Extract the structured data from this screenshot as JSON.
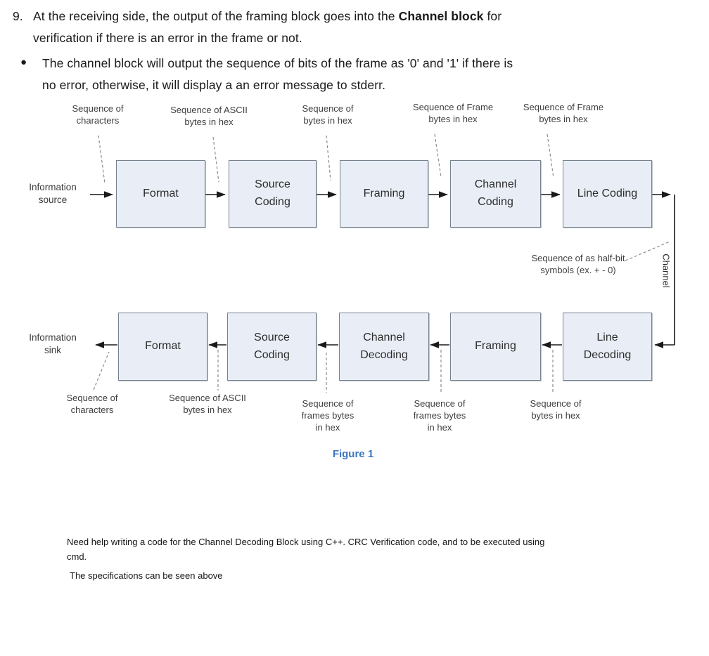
{
  "question": {
    "number": "9.",
    "line1_pre": "At the receiving side, the output of the framing block goes into the ",
    "line1_bold": "Channel block",
    "line1_post": " for",
    "line2": "verification if there is an error in the frame or not.",
    "bullet_glyph": "●",
    "bullet_line1": "The channel block will output the sequence of bits of the frame as '0' and '1'  if there is",
    "bullet_line2": "no error, otherwise, it will display a an error message to stderr."
  },
  "diagram": {
    "source_label": "Information\nsource",
    "sink_label": "Information\nsink",
    "channel_label": "Channel",
    "halfbit_label": "Sequence of as half-bit\nsymbols (ex. + - 0)",
    "top_labels": [
      "Sequence of\ncharacters",
      "Sequence of ASCII\nbytes in hex",
      "Sequence of\nbytes in hex",
      "Sequence of  Frame\nbytes in hex",
      "Sequence of  Frame\nbytes in hex"
    ],
    "top_blocks": [
      "Format",
      "Source\nCoding",
      "Framing",
      "Channel\nCoding",
      "Line Coding"
    ],
    "bottom_blocks": [
      "Format",
      "Source\nCoding",
      "Channel\nDecoding",
      "Framing",
      "Line\nDecoding"
    ],
    "bottom_labels": [
      "Sequence of\ncharacters",
      "Sequence of ASCII\nbytes in hex",
      "Sequence of\nframes bytes\nin hex",
      "Sequence of\nframes bytes\nin hex",
      "Sequence of\nbytes in hex"
    ]
  },
  "figure": {
    "caption": "Figure 1"
  },
  "request": {
    "line1": "Need help writing a code for the Channel Decoding Block using C++. CRC Verification code, and to be executed using",
    "line2": "cmd.",
    "line3": "The specifications can be seen above"
  },
  "colors": {
    "accent_blue": "#3b76c0",
    "block_fill": "#e9eef6",
    "block_border": "#76828e",
    "arrow_black": "#1a1a1a",
    "leader_gray": "#8c8c8c"
  }
}
